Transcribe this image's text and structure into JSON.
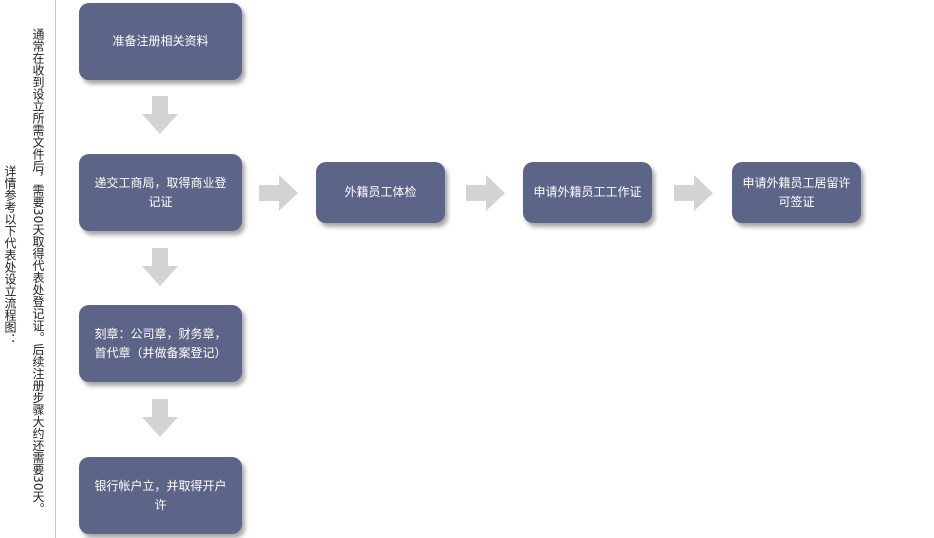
{
  "notes": {
    "side_note": "详情参考以下代表处设立流程图：",
    "main_note": "通常在收到设立所需文件后，需要30天取得代表处登记证。后续注册步骤大约还需要30天。"
  },
  "steps": {
    "prepare": "准备注册相关资料",
    "submit": "递交工商局，取得商业登记证",
    "seal": "刻章：公司章，财务章，首代章（并做备案登记）",
    "bank": "银行帐户立，并取得开户许",
    "medical": "外籍员工体检",
    "work_permit": "申请外籍员工工作证",
    "residence": "申请外籍员工居留许可签证"
  },
  "colors": {
    "box_fill": "#5c6587",
    "arrow_fill": "#d3d3d3",
    "text_on_box": "#ffffff"
  }
}
